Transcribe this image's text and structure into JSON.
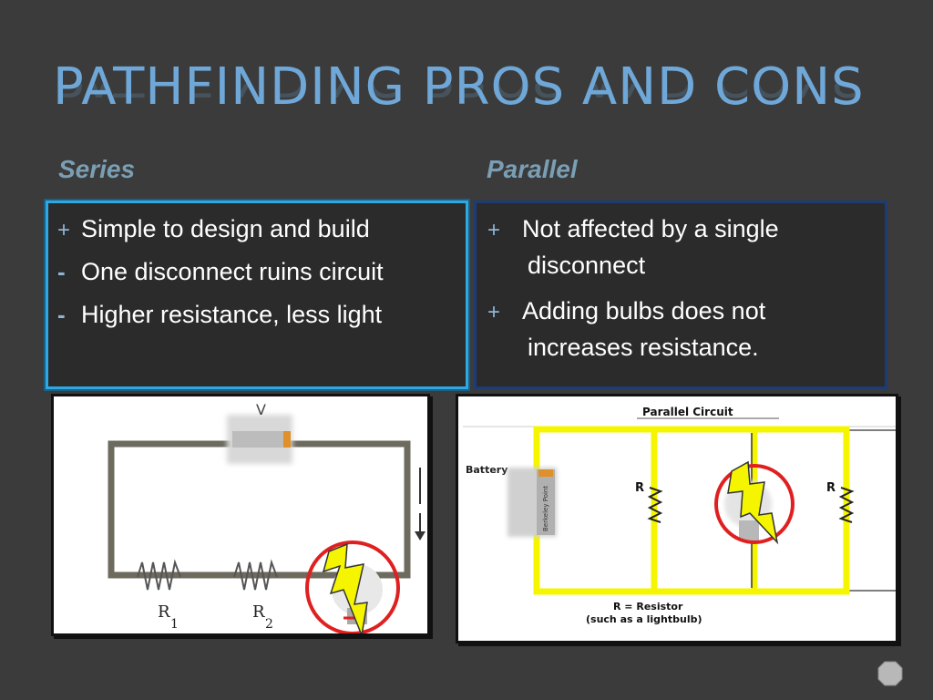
{
  "slide": {
    "title": "PATHFINDING PROS AND CONS",
    "series": {
      "heading": "Series",
      "items": [
        {
          "mark": "+",
          "text": "Simple to design and build"
        },
        {
          "mark": "-",
          "text": "One disconnect ruins circuit"
        },
        {
          "mark": "-",
          "text": "Higher resistance, less light"
        }
      ]
    },
    "parallel": {
      "heading": "Parallel",
      "items": [
        {
          "mark": "+",
          "line1": "Not affected by a single",
          "line2": "disconnect"
        },
        {
          "mark": "+",
          "line1": "Adding bulbs does not",
          "line2": "increases resistance."
        }
      ]
    }
  },
  "series_diagram": {
    "r1_letter": "R",
    "r1_sub": "1",
    "r2_letter": "R",
    "r2_sub": "2",
    "arrow_mark": "V"
  },
  "parallel_diagram": {
    "title": "Parallel Circuit",
    "battery_label": "Battery",
    "battery_brand": "Berkeley Point",
    "r_left": "R",
    "r_right": "R",
    "legend_line1": "R = Resistor",
    "legend_line2": "(such as a lightbulb)"
  },
  "colors": {
    "background": "#3b3b3b",
    "title": "#6fa8d8",
    "heading": "#7a9fb5",
    "series_border": "#2ea8e0",
    "parallel_border": "#1d3c73",
    "highlight_yellow": "#f5f500",
    "circle_red": "#e02020"
  },
  "icons": {
    "bullet_plus": "plus-icon",
    "bullet_minus": "minus-icon",
    "lightning": "lightning-bolt-icon",
    "bulb": "lightbulb-icon",
    "nav": "nav-octagon-icon"
  }
}
